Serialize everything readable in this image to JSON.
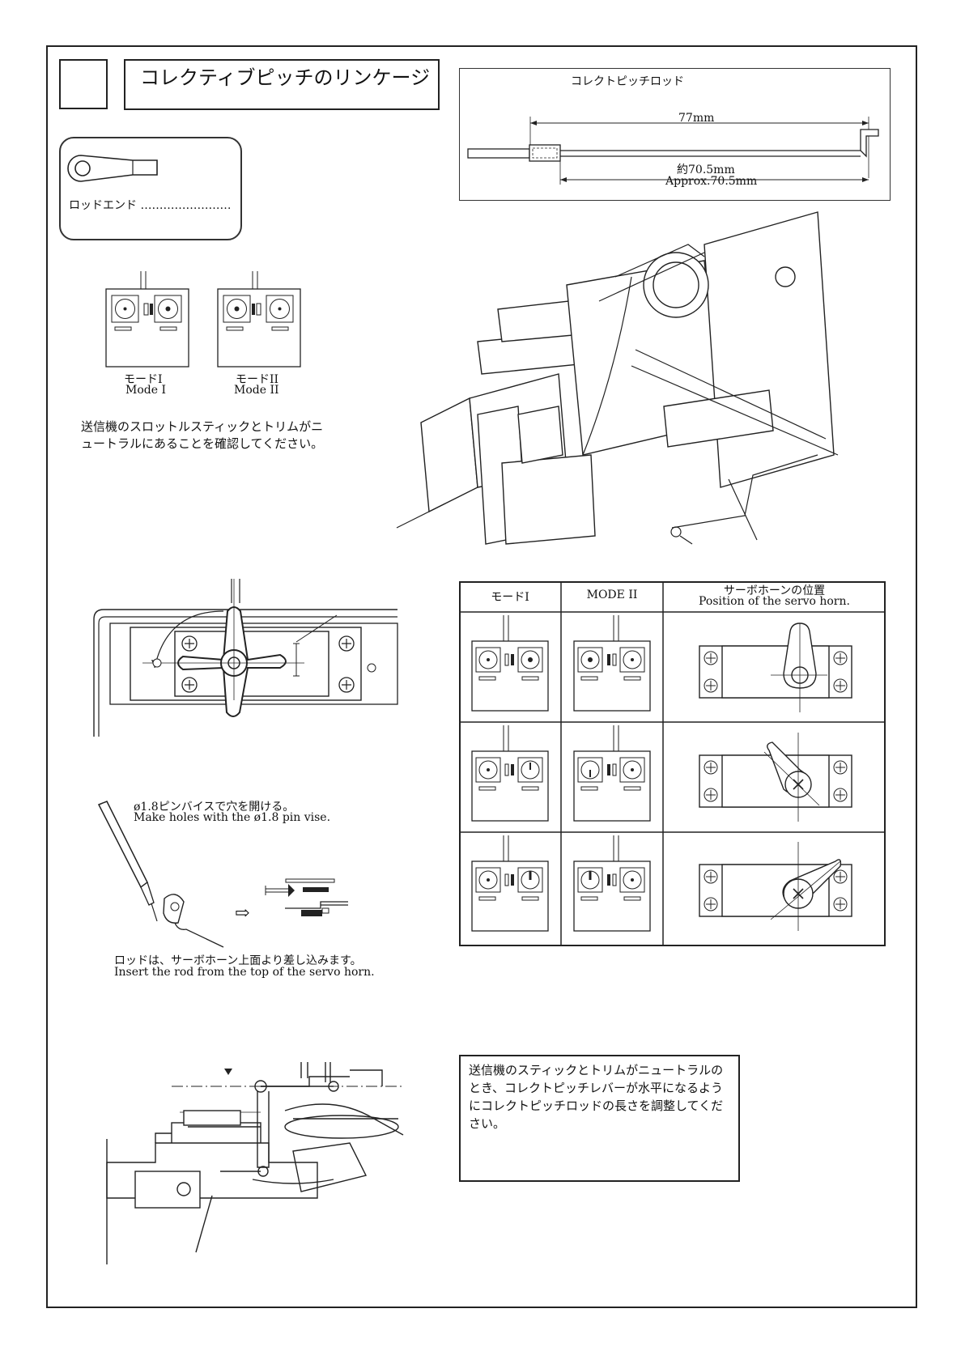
{
  "header": {
    "title": "コレクティブピッチのリンケージ"
  },
  "rod_end": {
    "label": "ロッドエンド ……………………"
  },
  "rod_diagram": {
    "title": "コレクトピッチロッド",
    "length_top": "77mm",
    "length_bottom_jp": "約70.5mm",
    "length_bottom_en": "Approx.70.5mm"
  },
  "transmitters": [
    {
      "jp": "モードI",
      "en": "Mode I"
    },
    {
      "jp": "モードII",
      "en": "Mode II"
    }
  ],
  "neutral_note": "送信機のスロットルスティックとトリムがニュートラルにあることを確認してください。",
  "pin_vise": {
    "jp": "ø1.8ピンバイスで穴を開ける。",
    "en": "Make holes with the ø1.8 pin vise."
  },
  "insert_rod": {
    "jp": "ロッドは、サーボホーン上面より差し込みます。",
    "en": "Insert the rod from the top of the servo horn."
  },
  "table": {
    "headers": [
      "モードI",
      "MODE II",
      "サーボホーンの位置"
    ],
    "header3_en": "Position of the servo horn.",
    "rows": 3
  },
  "adjust_note": "送信機のスティックとトリムがニュートラルのとき、コレクトピッチレバーが水平になるようにコレクトピッチロッドの長さを調整してください。",
  "arrow_symbol": "⇨"
}
